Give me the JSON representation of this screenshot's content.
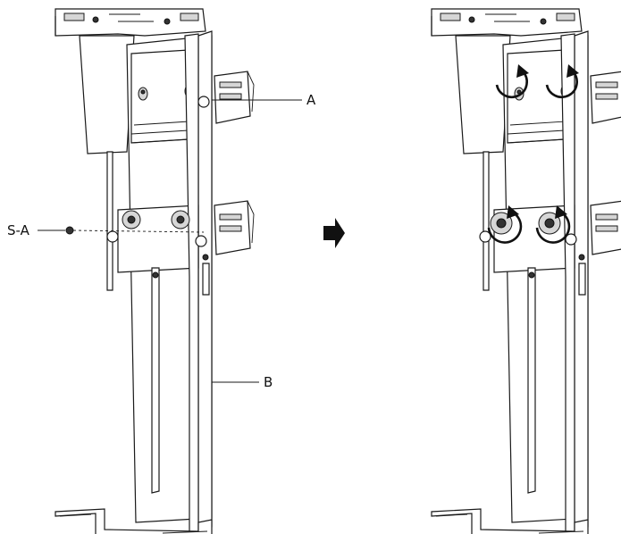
{
  "labels": {
    "screw": "S-A",
    "part_a": "A",
    "part_b": "B"
  },
  "icons": {
    "direction": "right-arrow-icon",
    "rotation": "clockwise-rotation-icon"
  },
  "colors": {
    "line": "#1a1a1a",
    "fill_light": "#d6d6d6",
    "fill_dark": "#333333"
  }
}
